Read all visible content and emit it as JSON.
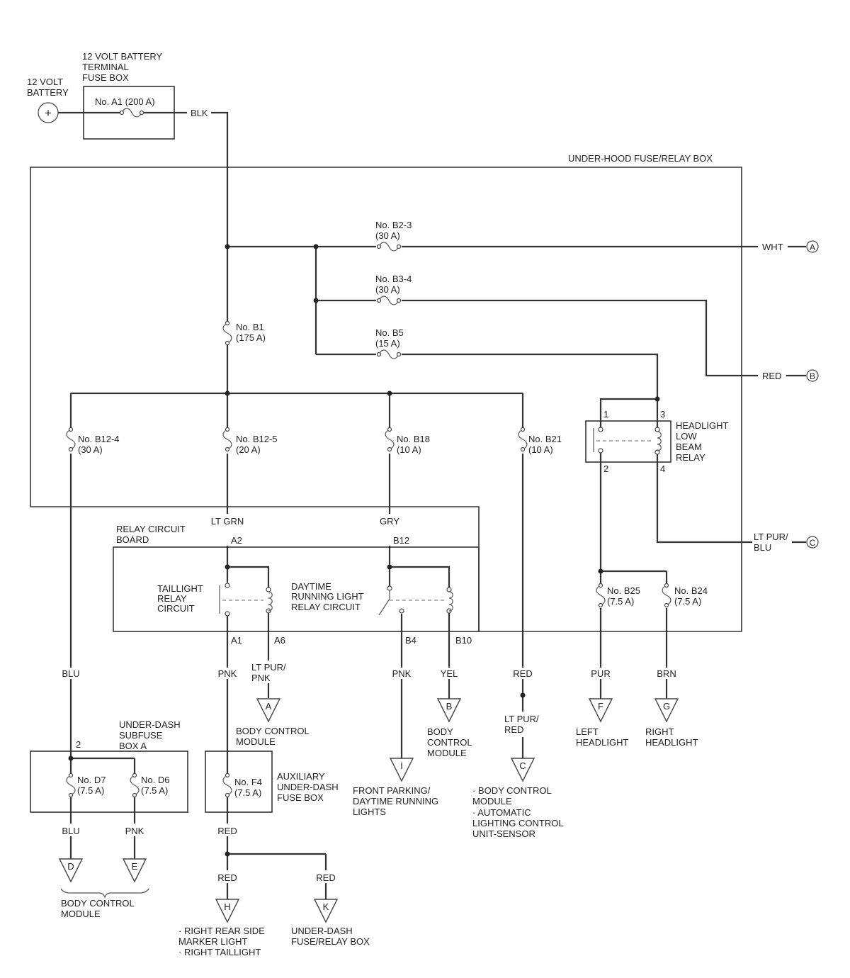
{
  "battery": {
    "label_1": "12 VOLT",
    "label_2": "BATTERY",
    "plus": "+"
  },
  "battery_fuse_box": {
    "label_1": "12 VOLT BATTERY",
    "label_2": "TERMINAL",
    "label_3": "FUSE BOX",
    "fuse": "No. A1 (200 A)"
  },
  "under_hood_box": {
    "label": "UNDER-HOOD FUSE/RELAY BOX"
  },
  "fuses": {
    "b1": {
      "name": "No. B1",
      "rating": "(175 A)"
    },
    "b2_3": {
      "name": "No. B2-3",
      "rating": "(30 A)"
    },
    "b3_4": {
      "name": "No. B3-4",
      "rating": "(30 A)"
    },
    "b5": {
      "name": "No. B5",
      "rating": "(15 A)"
    },
    "b12_4": {
      "name": "No. B12-4",
      "rating": "(30 A)"
    },
    "b12_5": {
      "name": "No. B12-5",
      "rating": "(20 A)"
    },
    "b18": {
      "name": "No. B18",
      "rating": "(10 A)"
    },
    "b21": {
      "name": "No. B21",
      "rating": "(10 A)"
    },
    "b25": {
      "name": "No. B25",
      "rating": "(7.5 A)"
    },
    "b24": {
      "name": "No. B24",
      "rating": "(7.5 A)"
    },
    "d7": {
      "name": "No. D7",
      "rating": "(7.5 A)"
    },
    "d6": {
      "name": "No. D6",
      "rating": "(7.5 A)"
    },
    "f4": {
      "name": "No. F4",
      "rating": "(7.5 A)"
    }
  },
  "headlight_relay": {
    "label_1": "HEADLIGHT",
    "label_2": "LOW",
    "label_3": "BEAM",
    "label_4": "RELAY",
    "pin1": "1",
    "pin2": "2",
    "pin3": "3",
    "pin4": "4"
  },
  "relay_board": {
    "label_1": "RELAY CIRCUIT",
    "label_2": "BOARD",
    "taillight_1": "TAILLIGHT",
    "taillight_2": "RELAY",
    "taillight_3": "CIRCUIT",
    "drl_1": "DAYTIME",
    "drl_2": "RUNNING LIGHT",
    "drl_3": "RELAY CIRCUIT",
    "pin_a2": "A2",
    "pin_b12": "B12",
    "pin_a1": "A1",
    "pin_a6": "A6",
    "pin_b4": "B4",
    "pin_b10": "B10"
  },
  "subfuse_box": {
    "label_1": "UNDER-DASH",
    "label_2": "SUBFUSE",
    "label_3": "BOX A",
    "pin2": "2"
  },
  "aux_box": {
    "label_1": "AUXILIARY",
    "label_2": "UNDER-DASH",
    "label_3": "FUSE BOX"
  },
  "wires": {
    "blk": "BLK",
    "wht": "WHT",
    "red": "RED",
    "lt_pur_blu_1": "LT PUR/",
    "lt_pur_blu_2": "BLU",
    "lt_grn": "LT GRN",
    "gry": "GRY",
    "blu": "BLU",
    "pnk": "PNK",
    "lt_pur_pnk_1": "LT PUR/",
    "lt_pur_pnk_2": "PNK",
    "pnk_b4": "PNK",
    "yel": "YEL",
    "red_b21": "RED",
    "lt_pur_red_1": "LT PUR/",
    "lt_pur_red_2": "RED",
    "pur": "PUR",
    "brn": "BRN",
    "blu_d": "BLU",
    "pnk_e": "PNK",
    "red_f4": "RED",
    "red_h": "RED",
    "red_k": "RED"
  },
  "connectors": {
    "a": "A",
    "b": "B",
    "c": "C",
    "d": "D",
    "e": "E",
    "f": "F",
    "g": "G",
    "h": "H",
    "i": "I",
    "k": "K"
  },
  "destinations": {
    "a_1": "BODY CONTROL",
    "a_2": "MODULE",
    "b_1": "BODY",
    "b_2": "CONTROL",
    "b_3": "MODULE",
    "i_1": "FRONT PARKING/",
    "i_2": "DAYTIME RUNNING",
    "i_3": "LIGHTS",
    "c_1": "· BODY CONTROL",
    "c_2": "MODULE",
    "c_3": "· AUTOMATIC",
    "c_4": "LIGHTING CONTROL",
    "c_5": "UNIT-SENSOR",
    "f_1": "LEFT",
    "f_2": "HEADLIGHT",
    "g_1": "RIGHT",
    "g_2": "HEADLIGHT",
    "de_1": "BODY CONTROL",
    "de_2": "MODULE",
    "h_1": "· RIGHT REAR SIDE",
    "h_2": "MARKER LIGHT",
    "h_3": "· RIGHT TAILLIGHT",
    "k_1": "UNDER-DASH",
    "k_2": "FUSE/RELAY BOX"
  }
}
